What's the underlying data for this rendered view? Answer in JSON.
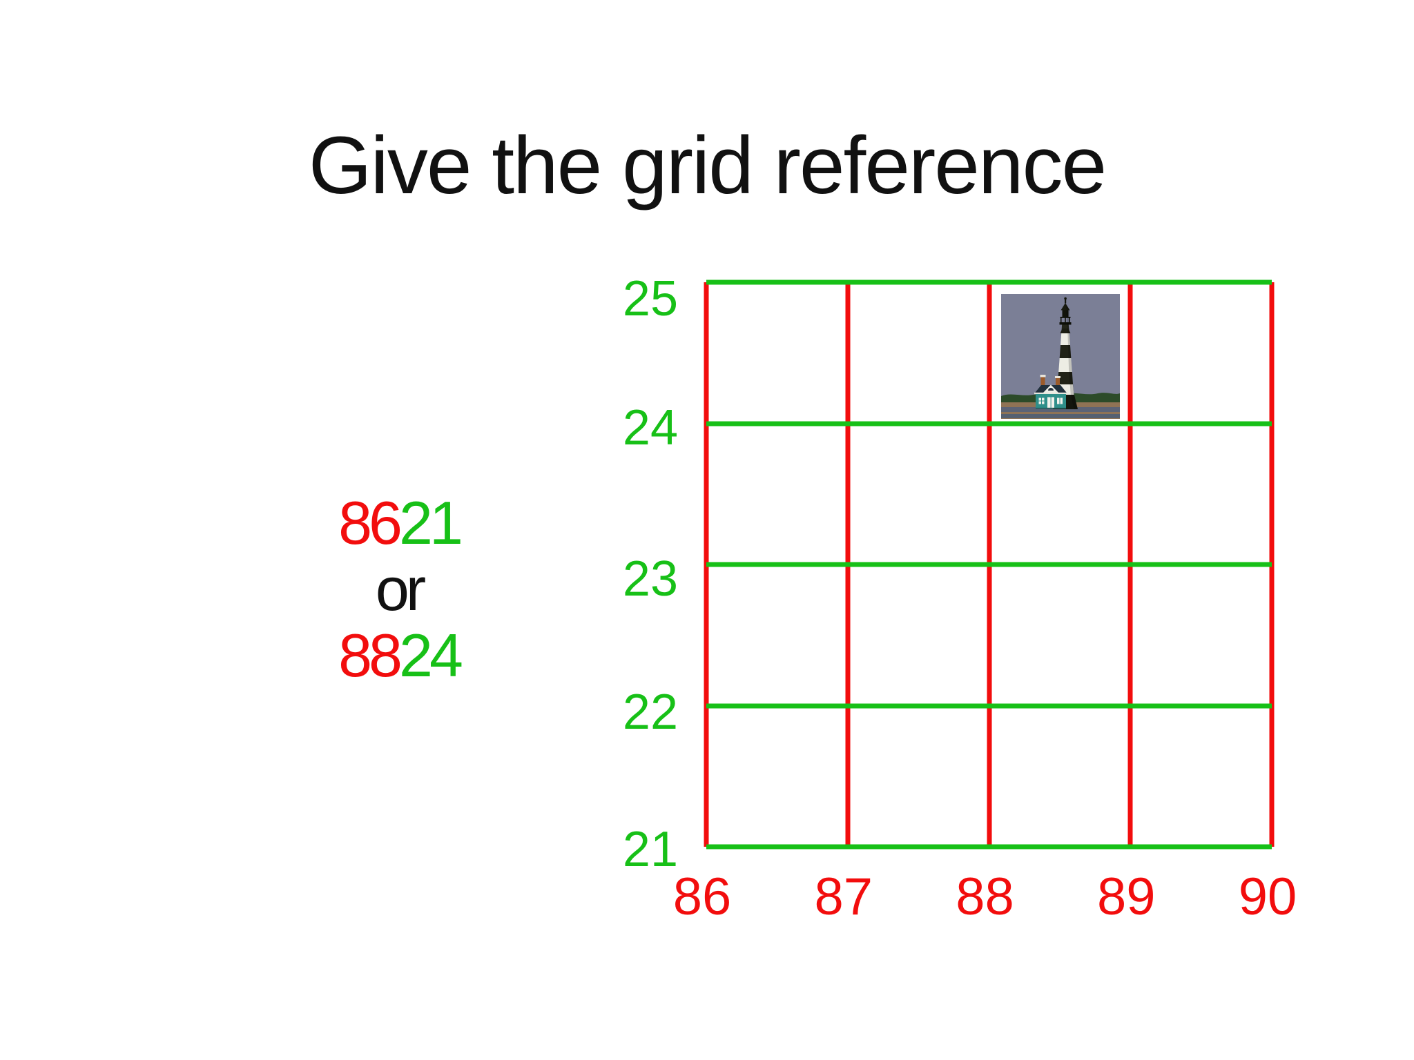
{
  "title": "Give the grid reference",
  "answer": {
    "line1_easting": "86",
    "line1_northing": "21",
    "connector": "or",
    "line2_easting": "88",
    "line2_northing": "24"
  },
  "grid": {
    "x_labels": [
      "86",
      "87",
      "88",
      "89",
      "90"
    ],
    "y_labels": [
      "25",
      "24",
      "23",
      "22",
      "21"
    ],
    "v_line_color": "#f20d0d",
    "h_line_color": "#17c017",
    "x_label_color": "#f20d0d",
    "y_label_color": "#17c017"
  },
  "marker": {
    "icon": "lighthouse-clipart",
    "colors": {
      "sky": "#7b7f96",
      "bushes": "#2c4b29",
      "sand": "#8f7355",
      "road": "#5c6375",
      "tower_white": "#ededе4",
      "tower_black": "#202216",
      "house_teal": "#2f8f8a"
    }
  }
}
